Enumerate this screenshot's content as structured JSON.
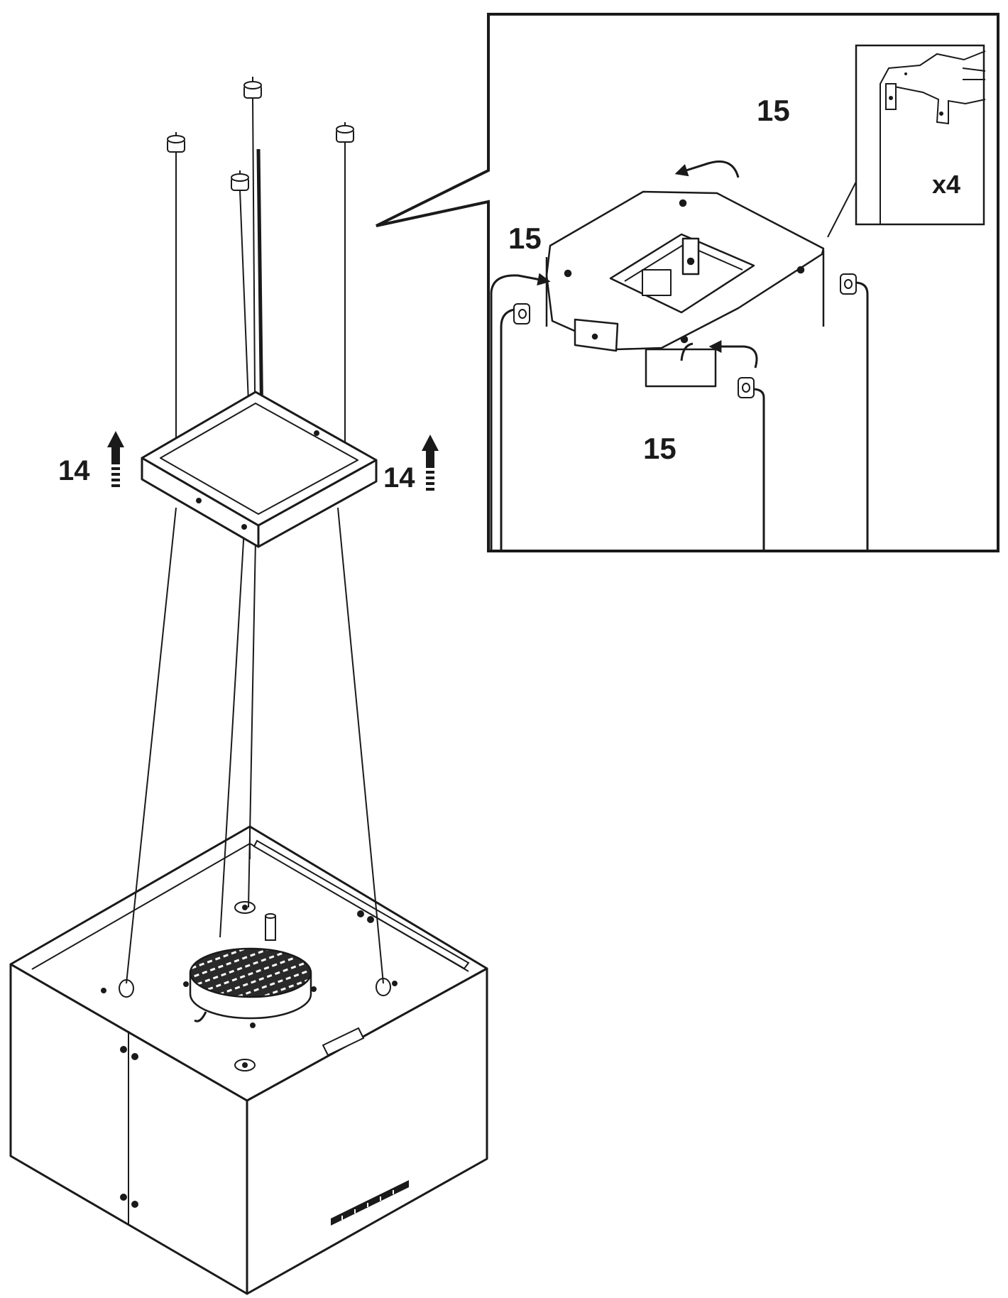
{
  "step_labels": {
    "lift_left": "14",
    "lift_right": "14",
    "detail_top": "15",
    "detail_left": "15",
    "detail_bottom": "15",
    "inset_count": "x4"
  },
  "colors": {
    "line": "#1a1a1a",
    "paper": "#ffffff",
    "grille": "#2a2a2a"
  }
}
